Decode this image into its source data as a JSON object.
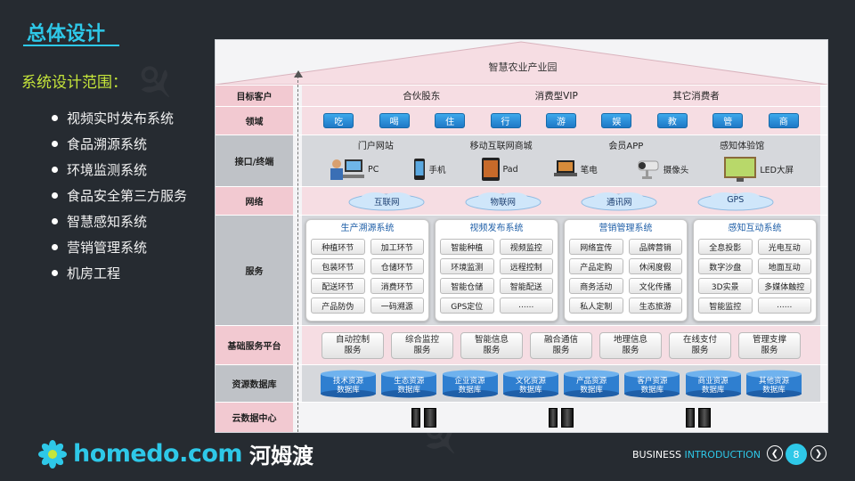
{
  "slide": {
    "title": "总体设计",
    "scope_title": "系统设计范围：",
    "scope_items": [
      "视频实时发布系统",
      "食品溯源系统",
      "环境监测系统",
      "食品安全第三方服务",
      "智慧感知系统",
      "营销管理系统",
      "机房工程"
    ]
  },
  "diagram": {
    "roof_label": "智慧农业产业园",
    "layers": {
      "customers": {
        "label": "目标客户",
        "items": [
          "合伙股东",
          "消费型VIP",
          "其它消费者"
        ]
      },
      "domains": {
        "label": "领域",
        "items": [
          "吃",
          "喝",
          "住",
          "行",
          "游",
          "娱",
          "教",
          "管",
          "商"
        ]
      },
      "interface": {
        "label": "接口/终端",
        "groups": [
          "门户网站",
          "移动互联网商城",
          "会员APP",
          "感知体验馆"
        ],
        "devices": [
          {
            "name": "PC",
            "icon": "computer-user-icon"
          },
          {
            "name": "手机",
            "icon": "phone-icon"
          },
          {
            "name": "Pad",
            "icon": "tablet-icon"
          },
          {
            "name": "笔电",
            "icon": "laptop-icon"
          },
          {
            "name": "摄像头",
            "icon": "camera-icon"
          },
          {
            "name": "LED大屏",
            "icon": "led-screen-icon"
          }
        ]
      },
      "network": {
        "label": "网络",
        "items": [
          "互联网",
          "物联网",
          "通讯网",
          "GPS"
        ]
      },
      "services": {
        "label": "服务",
        "groups": [
          {
            "title": "生产溯源系统",
            "items": [
              "种植环节",
              "加工环节",
              "包装环节",
              "仓储环节",
              "配送环节",
              "消费环节",
              "产品防伪",
              "一码溯源"
            ]
          },
          {
            "title": "视频发布系统",
            "items": [
              "智能种植",
              "视频监控",
              "环境监测",
              "远程控制",
              "智能仓储",
              "智能配送",
              "GPS定位",
              "......"
            ]
          },
          {
            "title": "营销管理系统",
            "items": [
              "网络宣传",
              "品牌营销",
              "产品定购",
              "休闲度假",
              "商务活动",
              "文化传播",
              "私人定制",
              "生态旅游"
            ]
          },
          {
            "title": "感知互动系统",
            "items": [
              "全息投影",
              "光电互动",
              "数字沙盘",
              "地面互动",
              "3D实景",
              "多媒体触控",
              "智能监控",
              "......"
            ]
          }
        ]
      },
      "base_platform": {
        "label": "基础服务平台",
        "items": [
          "自动控制\n服务",
          "综合监控\n服务",
          "智能信息\n服务",
          "融合通信\n服务",
          "地理信息\n服务",
          "在线支付\n服务",
          "管理支撑\n服务"
        ]
      },
      "resource_db": {
        "label": "资源数据库",
        "items": [
          "技术资源\n数据库",
          "生态资源\n数据库",
          "企业资源\n数据库",
          "文化资源\n数据库",
          "产品资源\n数据库",
          "客户资源\n数据库",
          "商业资源\n数据库",
          "其他资源\n数据库"
        ]
      },
      "data_center": {
        "label": "云数据中心"
      }
    }
  },
  "footer": {
    "logo_text": "homedo.com",
    "logo_cn": "河姆渡",
    "business": "BUSINESS",
    "introduction": "INTRODUCTION",
    "page": "8",
    "prev_icon": "chevron-left-icon",
    "next_icon": "chevron-right-icon"
  },
  "colors": {
    "accent": "#2ec8e8",
    "subtitle": "#c6e63a",
    "chip_blue": "#1f78c6"
  }
}
